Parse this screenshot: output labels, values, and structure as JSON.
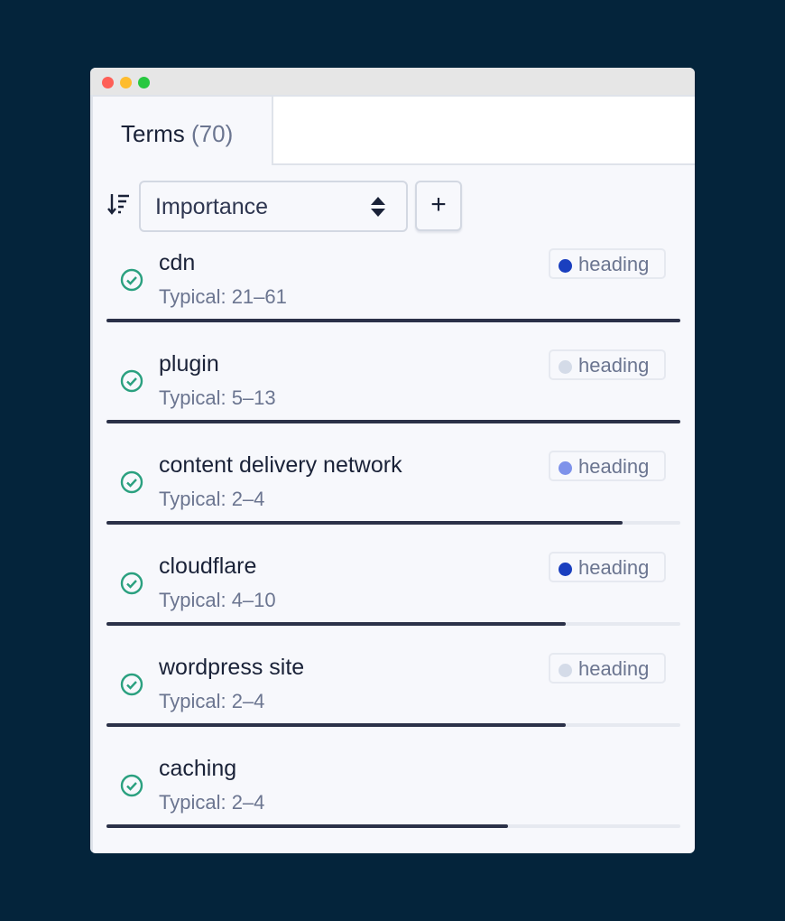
{
  "window": {
    "controls": [
      "close",
      "minimize",
      "maximize"
    ]
  },
  "tab": {
    "label": "Terms",
    "count": "(70)"
  },
  "sort": {
    "icon": "sort-descending-icon",
    "selected": "Importance",
    "add_label": "+"
  },
  "colors": {
    "dark_blue": "#1a3fbf",
    "light_gray": "#d4dbe8",
    "mid_blue": "#7e92ea",
    "check": "#2aa07f"
  },
  "terms": [
    {
      "term": "cdn",
      "typical": "Typical: 21–61",
      "badge": "heading",
      "badge_color": "#1a3fbf",
      "progress": 1.0
    },
    {
      "term": "plugin",
      "typical": "Typical: 5–13",
      "badge": "heading",
      "badge_color": "#d4dbe8",
      "progress": 1.0
    },
    {
      "term": "content delivery network",
      "typical": "Typical: 2–4",
      "badge": "heading",
      "badge_color": "#7e92ea",
      "progress": 0.9
    },
    {
      "term": "cloudflare",
      "typical": "Typical: 4–10",
      "badge": "heading",
      "badge_color": "#1a3fbf",
      "progress": 0.8
    },
    {
      "term": "wordpress site",
      "typical": "Typical: 2–4",
      "badge": "heading",
      "badge_color": "#d4dbe8",
      "progress": 0.8
    },
    {
      "term": "caching",
      "typical": "Typical: 2–4",
      "badge": null,
      "progress": 0.7
    }
  ]
}
